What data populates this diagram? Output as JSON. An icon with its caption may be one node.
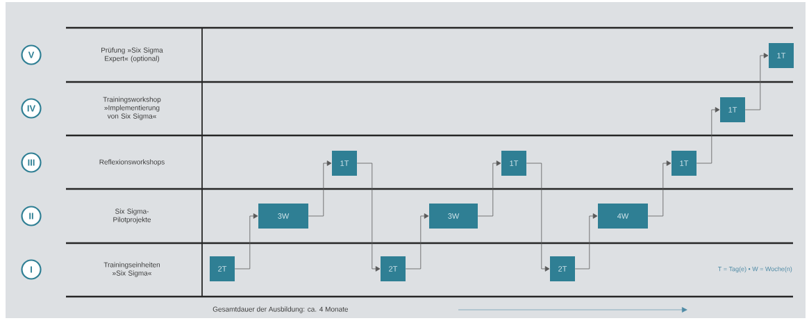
{
  "diagram": {
    "nodes": [
      {
        "text": [
          "V"
        ]
      },
      {
        "text": [
          "IV"
        ]
      },
      {
        "text": [
          "III"
        ]
      },
      {
        "text": [
          "II"
        ]
      },
      {
        "text": [
          "I"
        ]
      },
      {
        "text": [
          "2T"
        ]
      },
      {
        "text": [
          "3W"
        ]
      },
      {
        "text": [
          "1T"
        ]
      },
      {
        "text": [
          "2T"
        ]
      },
      {
        "text": [
          "3W"
        ]
      },
      {
        "text": [
          "1T"
        ]
      },
      {
        "text": [
          "2T"
        ]
      },
      {
        "text": [
          "4W"
        ]
      },
      {
        "text": [
          "1T"
        ]
      },
      {
        "text": [
          "1T"
        ]
      },
      {
        "text": [
          "1T"
        ]
      }
    ],
    "edges": [
      {
        "from": 5,
        "to": 6,
        "arrow": "to"
      },
      {
        "from": 6,
        "to": 7,
        "arrow": "to"
      },
      {
        "from": 7,
        "to": 8,
        "arrow": "to"
      },
      {
        "from": 8,
        "to": 9,
        "arrow": "to"
      },
      {
        "from": 9,
        "to": 10,
        "arrow": "to"
      },
      {
        "from": 10,
        "to": 11,
        "arrow": "to"
      },
      {
        "from": 11,
        "to": 12,
        "arrow": "to"
      },
      {
        "from": 12,
        "to": 13,
        "arrow": "to"
      },
      {
        "from": 13,
        "to": 14,
        "arrow": "to"
      },
      {
        "from": 14,
        "to": 15,
        "arrow": "to"
      }
    ],
    "labels": [
      "Prüfung »Six Sigma Expert« (optional)",
      "Trainingsworkshop »Implementierung von Six Sigma«",
      "Reflexionsworkshops",
      "Six Sigma- Pilotprojekte",
      "Trainingseinheiten »Six Sigma«",
      "T = Tag(e) • W = Woche(n)",
      "Gesamtdauer der Ausbildung: ca. 4 Monate"
    ]
  }
}
